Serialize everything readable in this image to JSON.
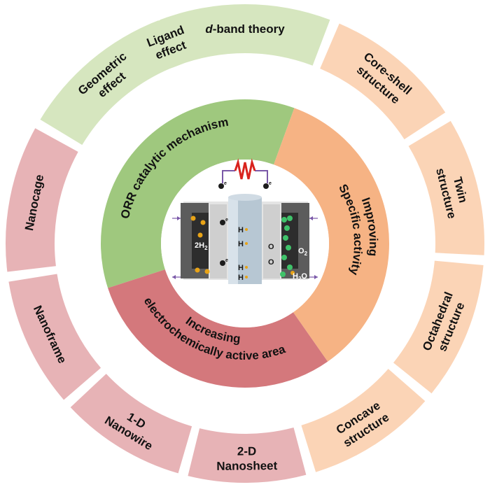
{
  "colors": {
    "green_outer": "#d6e6bf",
    "green_inner": "#9fc87e",
    "orange_outer": "#fbd4b6",
    "orange_inner": "#f6b384",
    "red_outer": "#e7b3b6",
    "red_inner": "#d4787c",
    "divider": "#ffffff",
    "ring_gap": "#ffffff"
  },
  "outer_segments": [
    {
      "id": "d-band",
      "lines": [
        "d-band   theory"
      ],
      "italic_prefix": "d",
      "group": "green"
    },
    {
      "id": "core-shell",
      "lines": [
        "Core-shell",
        "structure"
      ],
      "group": "orange"
    },
    {
      "id": "twin",
      "lines": [
        "Twin",
        "structure"
      ],
      "group": "orange"
    },
    {
      "id": "octahedral",
      "lines": [
        "Octahedral",
        "structure"
      ],
      "group": "orange"
    },
    {
      "id": "concave",
      "lines": [
        "Concave",
        "structure"
      ],
      "group": "orange"
    },
    {
      "id": "nanosheet",
      "lines": [
        "2-D",
        "Nanosheet"
      ],
      "group": "red"
    },
    {
      "id": "nanowire",
      "lines": [
        "1-D",
        "Nanowire"
      ],
      "group": "red"
    },
    {
      "id": "nanoframe",
      "lines": [
        "Nanoframe"
      ],
      "group": "red"
    },
    {
      "id": "nanocage",
      "lines": [
        "Nanocage"
      ],
      "group": "red"
    },
    {
      "id": "geometric",
      "lines": [
        "Geometric",
        "effect"
      ],
      "group": "green"
    },
    {
      "id": "ligand",
      "lines": [
        "Ligand",
        "effect"
      ],
      "group": "green"
    }
  ],
  "middle_sections": {
    "green": {
      "label": "ORR catalytic mechanism"
    },
    "orange": {
      "lines": [
        "Improving",
        "Specific activity"
      ]
    },
    "red": {
      "lines": [
        "Increasing",
        "electrochemically active area"
      ]
    }
  },
  "cell": {
    "h2_label": "2H",
    "h2_sub": "2",
    "o2_label": "O",
    "o2_sub": "2",
    "h2o_label": "H",
    "h2o_sub": "2",
    "h2o_tail": "O",
    "h_plus": "H",
    "o_atom": "O",
    "electron": "e"
  }
}
